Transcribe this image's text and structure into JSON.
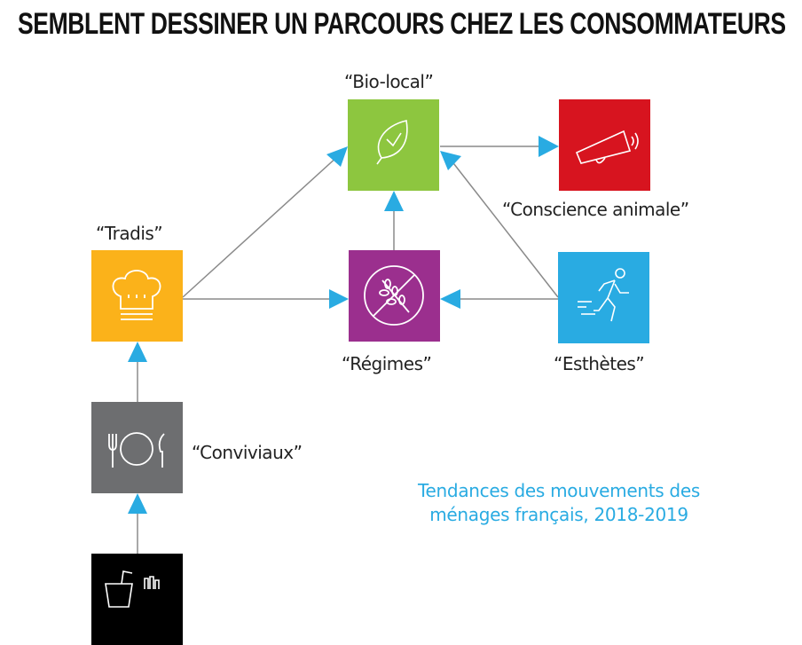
{
  "title": "SEMBLENT DESSINER UN PARCOURS CHEZ LES CONSOMMATEURS",
  "nodes": {
    "bio_local": {
      "label": "“Bio-local”",
      "color": "#8dc63f",
      "icon": "leaf-check-icon"
    },
    "conscience_animale": {
      "label": "“Conscience animale”",
      "color": "#d7141f",
      "icon": "megaphone-icon"
    },
    "tradis": {
      "label": "“Tradis”",
      "color": "#fbb21a",
      "icon": "chef-hat-icon"
    },
    "regimes": {
      "label": "“Régimes”",
      "color": "#9b2f8e",
      "icon": "no-gluten-icon"
    },
    "esthetes": {
      "label": "“Esthètes”",
      "color": "#29abe2",
      "icon": "runner-icon"
    },
    "conviviaux": {
      "label": "“Conviviaux”",
      "color": "#6d6e70",
      "icon": "plate-cutlery-icon"
    },
    "fast": {
      "color": "#000000",
      "icon": "drink-fries-icon"
    }
  },
  "caption": {
    "line1": "Tendances des mouvements des",
    "line2": "ménages français, 2018-2019"
  },
  "arrow_color": "#29abe2"
}
